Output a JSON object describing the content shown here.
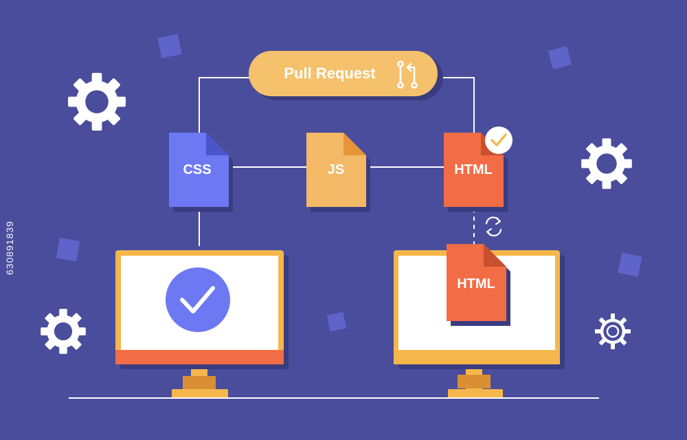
{
  "pill": {
    "label": "Pull Request",
    "icon": "git-pull-request-icon"
  },
  "files": {
    "css": "CSS",
    "js": "JS",
    "html_top": "HTML",
    "html_bottom": "HTML"
  },
  "side_id": "630891839",
  "colors": {
    "background": "#4a4d9c",
    "pill": "#f5c16c",
    "css_file": "#6d79f2",
    "js_file": "#f3b966",
    "html_file": "#f26c45",
    "monitor_frame": "#f5b74c",
    "monitor_screen": "#ffffff",
    "check_circle": "#6d79f2",
    "gear": "#ffffff",
    "connector": "#ffffff"
  },
  "icons": [
    "gear-icon",
    "check-icon",
    "sync-arrows-icon",
    "git-pull-request-icon"
  ]
}
